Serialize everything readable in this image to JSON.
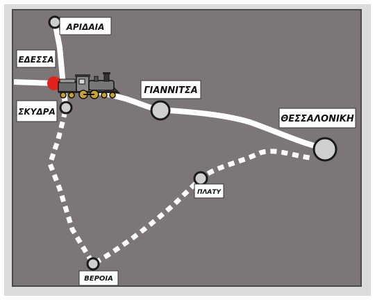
{
  "map": {
    "colors": {
      "land": "#7c7776",
      "frame": "#4a4a4a",
      "route_main": "#ffffff",
      "city_fill": "#cfcfcf",
      "city_stroke": "#1a1a1a",
      "current_marker": "#e2231a"
    },
    "cities": [
      {
        "id": "aridaia",
        "label": "ΑΡΙΔΑΙΑ"
      },
      {
        "id": "edessa",
        "label": "ΕΔΕΣΣΑ",
        "current": true
      },
      {
        "id": "skydra",
        "label": "ΣΚΥΔΡΑ"
      },
      {
        "id": "giannitsa",
        "label": "ΓΙΑΝΝΙΤΣΑ"
      },
      {
        "id": "thessaloniki",
        "label": "ΘΕΣΣΑΛΟΝΙΚΗ"
      },
      {
        "id": "platy",
        "label": "ΠΛΑΤΥ"
      },
      {
        "id": "veroia",
        "label": "ΒΕΡΟΙΑ"
      }
    ],
    "routes": [
      {
        "id": "main-line",
        "style": "solid"
      },
      {
        "id": "veroia-line",
        "style": "dashed"
      }
    ],
    "train_icon": "steam-locomotive-icon"
  }
}
